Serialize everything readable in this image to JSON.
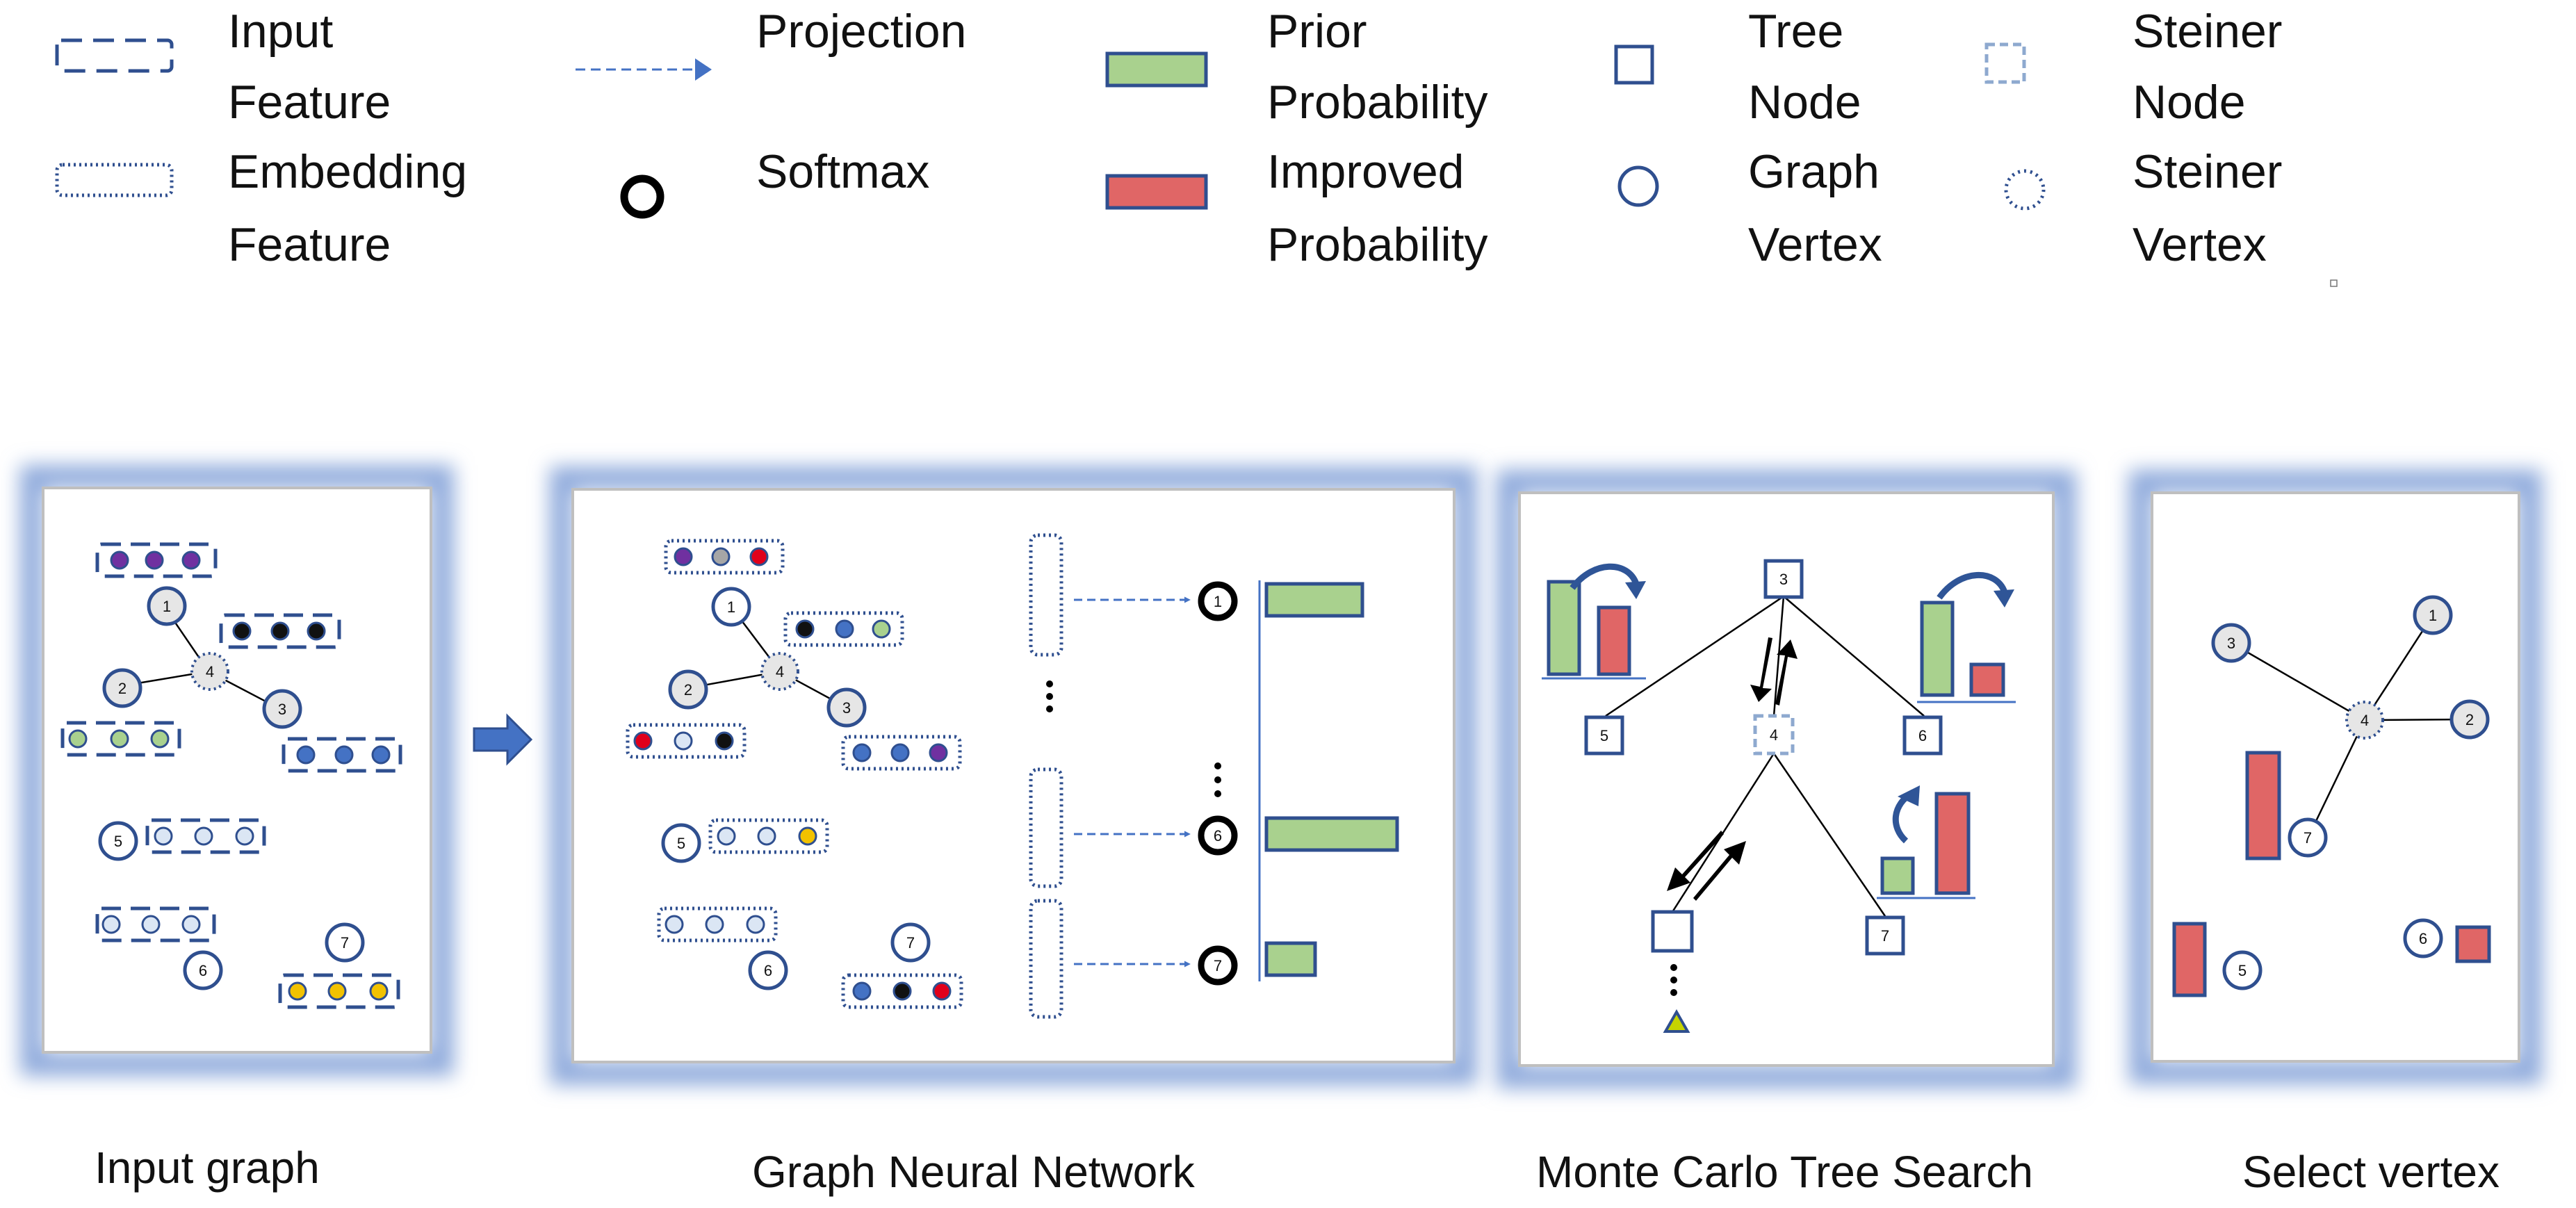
{
  "legend": {
    "input_feature": [
      "Input",
      "Feature"
    ],
    "embedding_feature": [
      "Embedding",
      "Feature"
    ],
    "projection": "Projection",
    "softmax": "Softmax",
    "prior_probability": [
      "Prior",
      "Probability"
    ],
    "improved_probability": [
      "Improved",
      "Probability"
    ],
    "tree_node": [
      "Tree",
      "Node"
    ],
    "graph_vertex": [
      "Graph",
      "Vertex"
    ],
    "steiner_node": [
      "Steiner",
      "Node"
    ],
    "steiner_vertex": [
      "Steiner",
      "Vertex"
    ]
  },
  "captions": {
    "input_graph": "Input graph",
    "gnn": "Graph Neural Network",
    "mcts": "Monte Carlo Tree Search",
    "select_vertex": "Select vertex"
  },
  "vertex_labels": [
    "1",
    "2",
    "3",
    "4",
    "5",
    "6",
    "7"
  ],
  "colors": {
    "navy": "#2f4f8f",
    "arrow_blue": "#4472c4",
    "prior_green": "#a9d18e",
    "improved_red": "#e06666",
    "vertex_fill": "#e6e6e6",
    "dot_purple": "#7030a0",
    "dot_black": "#111111",
    "dot_blue": "#4472c4",
    "dot_green": "#a9d18e",
    "dot_red": "#e0001b",
    "dot_yellow": "#f2c200",
    "dot_gray": "#a6a6a6",
    "dot_light": "#dbe6f4",
    "panel_glow": "#8faadc"
  },
  "gnn_probabilities": {
    "v1": 0.55,
    "v6": 0.75,
    "v7": 0.28
  },
  "mcts_bars": {
    "left": {
      "prior": 0.92,
      "improved": 0.66
    },
    "right": {
      "prior": 0.92,
      "improved": 0.3
    },
    "bottom": {
      "prior": 0.32,
      "improved": 0.92
    }
  },
  "selected_probabilities": {
    "v7": 1.0,
    "v5": 0.68,
    "v6": 0.32
  }
}
